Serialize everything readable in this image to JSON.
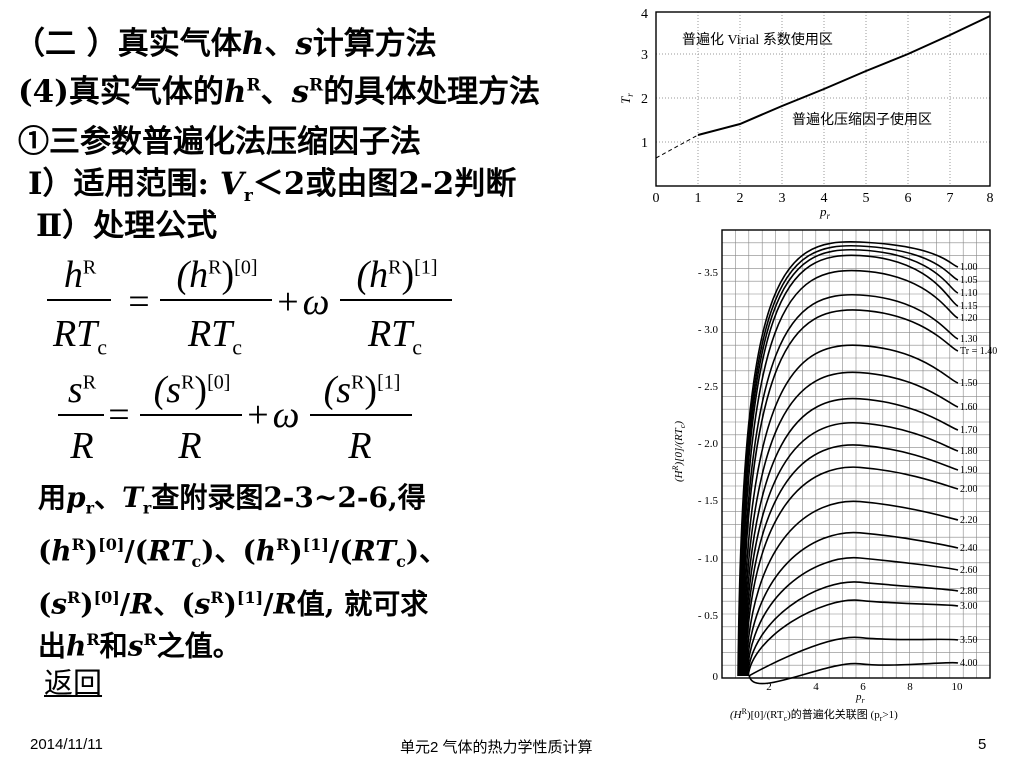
{
  "slide": {
    "title_prefix": "（二 ）真实气体",
    "title_h": "h",
    "title_sep": "、",
    "title_s": "s",
    "title_suffix": "计算方法",
    "sub_prefix": "(4)真实气体的",
    "sub_h": "h",
    "sub_R1": "R",
    "sub_sep": "、",
    "sub_s": "s",
    "sub_R2": "R",
    "sub_suffix": "的具体处理方法",
    "method": "①三参数普遍化法压缩因子法",
    "scope_prefix": "Ⅰ）适用范围:",
    "scope_V": "V",
    "scope_r": "r",
    "scope_suffix": "＜2或由图2-2判断",
    "formula_heading": "Ⅱ）处理公式",
    "eq1": {
      "lhs_num": "h",
      "lhs_num_sup": "R",
      "lhs_den": "RT",
      "lhs_den_sub": "c",
      "eq": "=",
      "t1_num": "(h",
      "t1_num_sup": "R",
      "t1_num_close": ")",
      "t1_num_idx": "[0]",
      "t1_den": "RT",
      "t1_den_sub": "c",
      "plus": "+",
      "omega": "ω",
      "t2_num": "(h",
      "t2_num_sup": "R",
      "t2_num_close": ")",
      "t2_num_idx": "[1]",
      "t2_den": "RT",
      "t2_den_sub": "c"
    },
    "eq2": {
      "lhs_num": "s",
      "lhs_num_sup": "R",
      "lhs_den": "R",
      "eq": "=",
      "t1_num": "(s",
      "t1_num_sup": "R",
      "t1_num_close": ")",
      "t1_num_idx": "[0]",
      "t1_den": "R",
      "plus": "+",
      "omega": "ω",
      "t2_num": "(s",
      "t2_num_sup": "R",
      "t2_num_close": ")",
      "t2_num_idx": "[1]",
      "t2_den": "R"
    },
    "result": {
      "l1_a": "用",
      "l1_p": "p",
      "l1_r1": "r",
      "l1_sep": "、",
      "l1_T": "T",
      "l1_r2": "r",
      "l1_b": "查附录图2-3~2-6,得",
      "l2_a": "(",
      "l2_h": "h",
      "l2_R": "R",
      "l2_b": ")",
      "l2_i0": "[0]",
      "l2_c": "/(",
      "l2_RT": "RT",
      "l2_c1": "c",
      "l2_d": ")、(",
      "l2_h2": "h",
      "l2_R2": "R",
      "l2_e": ")",
      "l2_i1": "[1]",
      "l2_f": "/(",
      "l2_RT2": "RT",
      "l2_c2": "c",
      "l2_g": ")、",
      "l3_a": "(",
      "l3_s": "s",
      "l3_R": "R",
      "l3_b": ")",
      "l3_i0": "[0]",
      "l3_c": "/",
      "l3_Rv": "R",
      "l3_d": "、(",
      "l3_s2": "s",
      "l3_R2": "R",
      "l3_e": ")",
      "l3_i1": "[1]",
      "l3_f": "/",
      "l3_Rv2": "R",
      "l3_g": "值, 就可求",
      "l4_a": "出",
      "l4_h": "h",
      "l4_R": "R",
      "l4_b": "和",
      "l4_s": "s",
      "l4_R2": "R",
      "l4_c": "之值。"
    },
    "back_link": "返回"
  },
  "chart_top": {
    "virial_label": "普遍化 Virial 系数使用区",
    "compress_label": "普遍化压缩因子使用区",
    "x_ticks": [
      "0",
      "1",
      "2",
      "3",
      "4",
      "5",
      "6",
      "7",
      "8"
    ],
    "y_ticks": [
      "1",
      "2",
      "3",
      "4"
    ],
    "xlabel": "p",
    "xlabel_sub": "r",
    "ylabel": "T",
    "ylabel_sub": "r"
  },
  "chart_bottom": {
    "y_ticks": [
      "- 3.5",
      "- 3.0",
      "- 2.5",
      "- 2.0",
      "- 1.5",
      "- 1.0",
      "- 0.5",
      "0"
    ],
    "x_ticks": [
      "2",
      "4",
      "6",
      "8",
      "10"
    ],
    "ylabel": "(H",
    "ylabel_sup": "R",
    "ylabel_tail": ")[0]/(RT",
    "ylabel_sub": "c",
    "ylabel_end": ")",
    "xlabel": "p",
    "xlabel_sub": "r",
    "caption": "(H",
    "caption_sup": "R",
    "caption_mid": ")[0]/(RT",
    "caption_sub": "c",
    "caption_end": ")的普遍化关联图 (p",
    "caption_sub2": "r",
    "caption_tail": ">1)",
    "curve_labels": [
      "1.00",
      "1.05",
      "1.10",
      "1.15",
      "1.20",
      "1.30",
      "Tr = 1.40",
      "1.50",
      "1.60",
      "1.70",
      "1.80",
      "1.90",
      "2.00",
      "2.20",
      "2.40",
      "2.60",
      "2.80",
      "3.00",
      "3.50",
      "4.00"
    ]
  },
  "footer": {
    "date": "2014/11/11",
    "center": "单元2 气体的热力学性质计算",
    "page": "5"
  }
}
